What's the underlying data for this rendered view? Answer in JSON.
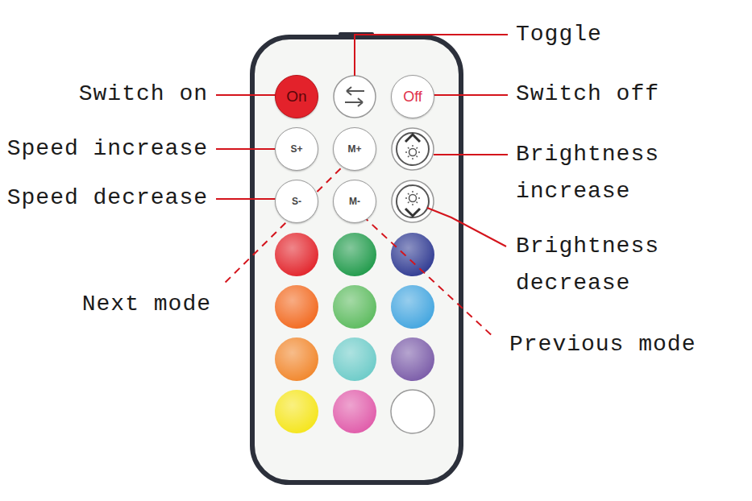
{
  "diagram": {
    "nodes": [
      {
        "text": [
          "On"
        ]
      },
      {
        "text": [
          "Off"
        ]
      },
      {
        "text": [
          "S+"
        ]
      },
      {
        "text": [
          "M+"
        ]
      },
      {
        "text": [
          "S-"
        ]
      },
      {
        "text": [
          "M-"
        ]
      }
    ],
    "labels": [
      "Toggle",
      "Switch on",
      "Switch off",
      "Speed increase",
      "Brightness increase",
      "Speed decrease",
      "Brightness decrease",
      "Next mode",
      "Previous mode"
    ]
  }
}
